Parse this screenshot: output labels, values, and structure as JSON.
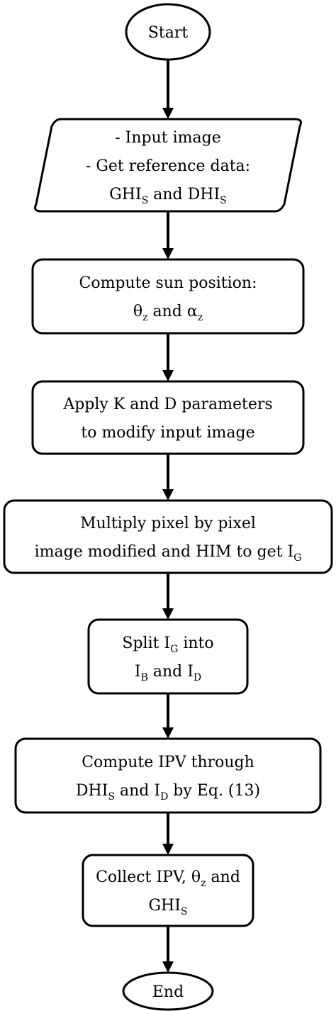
{
  "flowchart": {
    "nodes": [
      {
        "id": "start",
        "shape": "terminal",
        "lines": [
          [
            {
              "t": "Start"
            }
          ]
        ]
      },
      {
        "id": "input",
        "shape": "data",
        "lines": [
          [
            {
              "t": "- Input image"
            }
          ],
          [
            {
              "t": "- Get reference data:"
            }
          ],
          [
            {
              "t": "GHI"
            },
            {
              "t": "S",
              "sub": true
            },
            {
              "t": " and DHI"
            },
            {
              "t": "S",
              "sub": true
            }
          ]
        ]
      },
      {
        "id": "sun-position",
        "shape": "process",
        "lines": [
          [
            {
              "t": "Compute sun position:"
            }
          ],
          [
            {
              "t": "θ"
            },
            {
              "t": "z",
              "sub": true
            },
            {
              "t": " and α"
            },
            {
              "t": "z",
              "sub": true
            }
          ]
        ]
      },
      {
        "id": "apply-kd",
        "shape": "process",
        "lines": [
          [
            {
              "t": "Apply K and D parameters"
            }
          ],
          [
            {
              "t": "to modify input image"
            }
          ]
        ]
      },
      {
        "id": "multiply",
        "shape": "process",
        "lines": [
          [
            {
              "t": "Multiply pixel by pixel"
            }
          ],
          [
            {
              "t": "image modified and HIM to get I"
            },
            {
              "t": "G",
              "sub": true
            }
          ]
        ]
      },
      {
        "id": "split",
        "shape": "process",
        "lines": [
          [
            {
              "t": "Split I"
            },
            {
              "t": "G",
              "sub": true
            },
            {
              "t": " into"
            }
          ],
          [
            {
              "t": "I"
            },
            {
              "t": "B",
              "sub": true
            },
            {
              "t": " and I"
            },
            {
              "t": "D",
              "sub": true
            }
          ]
        ]
      },
      {
        "id": "compute-ipv",
        "shape": "process",
        "lines": [
          [
            {
              "t": "Compute IPV through"
            }
          ],
          [
            {
              "t": "DHI"
            },
            {
              "t": "S",
              "sub": true
            },
            {
              "t": "  and I"
            },
            {
              "t": "D",
              "sub": true
            },
            {
              "t": " by Eq. (13)"
            }
          ]
        ]
      },
      {
        "id": "collect",
        "shape": "process",
        "lines": [
          [
            {
              "t": "Collect IPV, θ"
            },
            {
              "t": "z",
              "sub": true
            },
            {
              "t": " and"
            }
          ],
          [
            {
              "t": "GHI"
            },
            {
              "t": "S",
              "sub": true
            }
          ]
        ]
      },
      {
        "id": "end",
        "shape": "terminal",
        "lines": [
          [
            {
              "t": "End"
            }
          ]
        ]
      }
    ],
    "edges": [
      {
        "from": "start",
        "to": "input"
      },
      {
        "from": "input",
        "to": "sun-position"
      },
      {
        "from": "sun-position",
        "to": "apply-kd"
      },
      {
        "from": "apply-kd",
        "to": "multiply"
      },
      {
        "from": "multiply",
        "to": "split"
      },
      {
        "from": "split",
        "to": "compute-ipv"
      },
      {
        "from": "compute-ipv",
        "to": "collect"
      },
      {
        "from": "collect",
        "to": "end"
      }
    ]
  }
}
